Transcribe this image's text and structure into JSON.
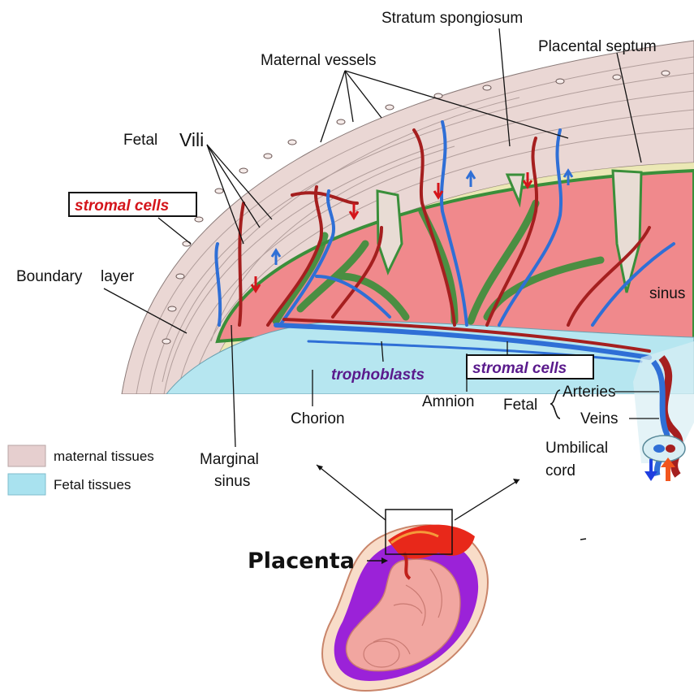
{
  "labels": {
    "stratum_spongiosum": "Stratum spongiosum",
    "maternal_vessels": "Maternal vessels",
    "placental_septum": "Placental septum",
    "fetal_vili_a": "Fetal",
    "fetal_vili_b": "Vili",
    "stromal_cells_top": "stromal cells",
    "boundary_layer_a": "Boundary",
    "boundary_layer_b": "layer",
    "sinus": "sinus",
    "trophoblasts": "trophoblasts",
    "stromal_cells_bottom": "stromal cells",
    "amnion": "Amnion",
    "chorion": "Chorion",
    "fetal": "Fetal",
    "arteries": "Arteries",
    "veins": "Veins",
    "umbilical_a": "Umbilical",
    "umbilical_b": "cord",
    "marginal_a": "Marginal",
    "marginal_b": "sinus",
    "placenta": "Placenta"
  },
  "legend": [
    {
      "label": "maternal tissues",
      "color": "#e6cfcf"
    },
    {
      "label": "Fetal tissues",
      "color": "#a9e2ef"
    }
  ],
  "colors": {
    "maternal_layer": "#ead7d4",
    "sinus_fill": "#f0898c",
    "fetal_layer": "#b6e6f0",
    "artery": "#a51f1f",
    "vein": "#2f6fd6",
    "villus_edge": "#3a8f3a",
    "label_red": "#d4151b",
    "label_purple": "#5a1a8c",
    "uterus_purple": "#9b22d8",
    "fetus_pink": "#f1a6a0",
    "placenta_red": "#e8281a"
  }
}
